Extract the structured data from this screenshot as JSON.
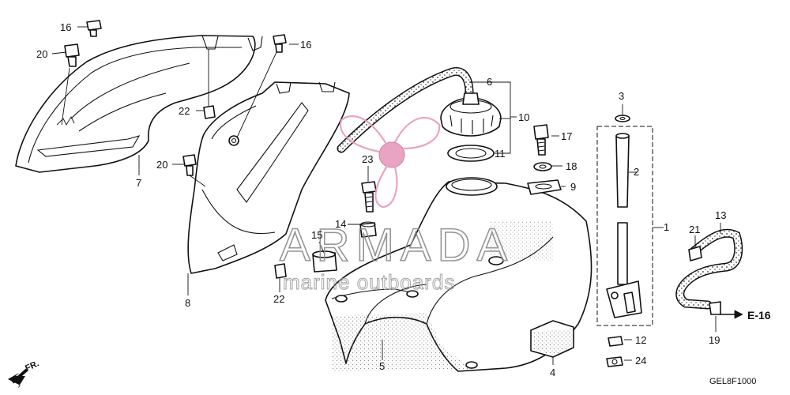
{
  "watermark": {
    "title": "ARMADA",
    "subtitle": "marine outboards",
    "logo_color": "#e79bbd"
  },
  "callouts": {
    "c1": "1",
    "c2": "2",
    "c3": "3",
    "c4": "4",
    "c5": "5",
    "c6": "6",
    "c7": "7",
    "c8": "8",
    "c9": "9",
    "c10": "10",
    "c11": "11",
    "c12": "12",
    "c13": "13",
    "c14": "14",
    "c15": "15",
    "c16a": "16",
    "c16b": "16",
    "c17": "17",
    "c18": "18",
    "c19": "19",
    "c20a": "20",
    "c20b": "20",
    "c21": "21",
    "c22a": "22",
    "c22b": "22",
    "c23": "23",
    "c24": "24"
  },
  "reference": "E-16",
  "direction": "FR.",
  "diagram_code": "GEL8F1000"
}
